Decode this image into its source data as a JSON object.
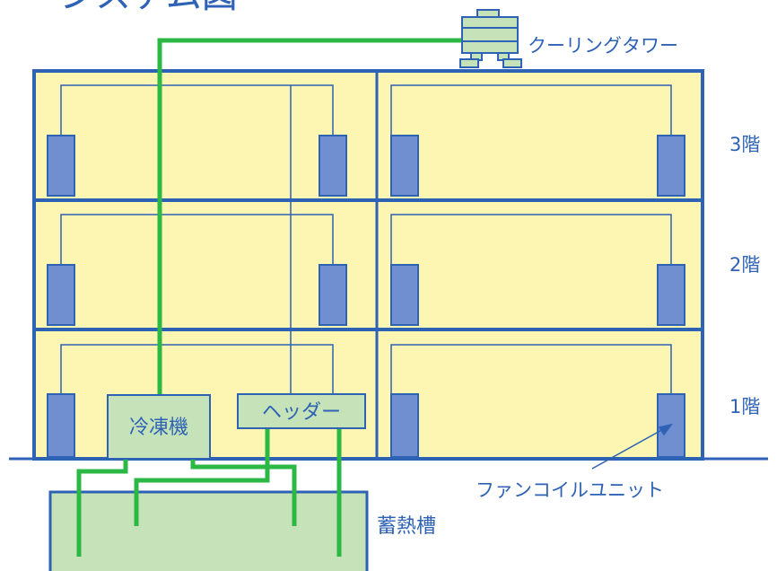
{
  "title": "システム図",
  "labels": {
    "cooling_tower": "クーリングタワー",
    "chiller": "冷凍機",
    "header": "ヘッダー",
    "fan_coil_unit": "ファンコイルユニット",
    "storage_tank": "蓄熱槽"
  },
  "floors": [
    "3階",
    "2階",
    "1階"
  ],
  "colors": {
    "building_fill": "#fdf5b2",
    "building_stroke": "#2e62b4",
    "unit_fill": "#6f8fd0",
    "equipment_fill": "#c5e2b8",
    "green_pipe": "#2bb844",
    "text_blue": "#2e62b4"
  }
}
